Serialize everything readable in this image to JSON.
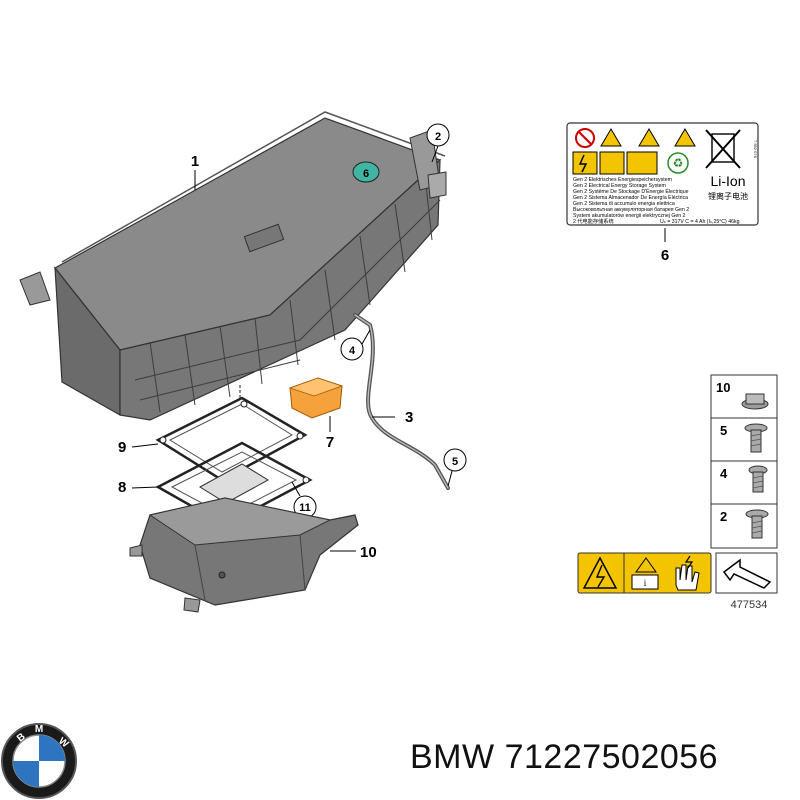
{
  "callouts": [
    "1",
    "2",
    "3",
    "4",
    "5",
    "6",
    "7",
    "8",
    "9",
    "10",
    "11"
  ],
  "label": {
    "lines": [
      "Gen 2 Elektrisches Energiespeichersystem",
      "Gen 2 Electrical Energy Storage System",
      "Gen 2 Système De Stockage D'Énergie Électrique",
      "Gen 2 Sistema Almacenador De Energía Eléctrica",
      "Gen 2 Sistema di accumulo energia elettrica",
      "Высоковольтная аккумуляторная батарея Gen 2",
      "System akumulatorów energii elektrycznej Gen 2",
      "2 代电能存储系统"
    ],
    "ratings": "Uₙ = 317V   C = 4 Ah (Iₙ,25°C)   46kg",
    "chemistry": "Li-Ion",
    "chemistry_cn": "锂离子电池",
    "code": "7 552 076"
  },
  "fasteners": [
    "10",
    "5",
    "4",
    "2"
  ],
  "reference_number": "477534",
  "footer": {
    "brand": "BMW",
    "part_number": "71227502056"
  },
  "colors": {
    "battery": "#6e6e6e",
    "battery_light": "#9a9a9a",
    "warning_yellow": "#f2c500",
    "part_orange": "#f5a23c",
    "teal_badge": "#3fb5a3"
  }
}
